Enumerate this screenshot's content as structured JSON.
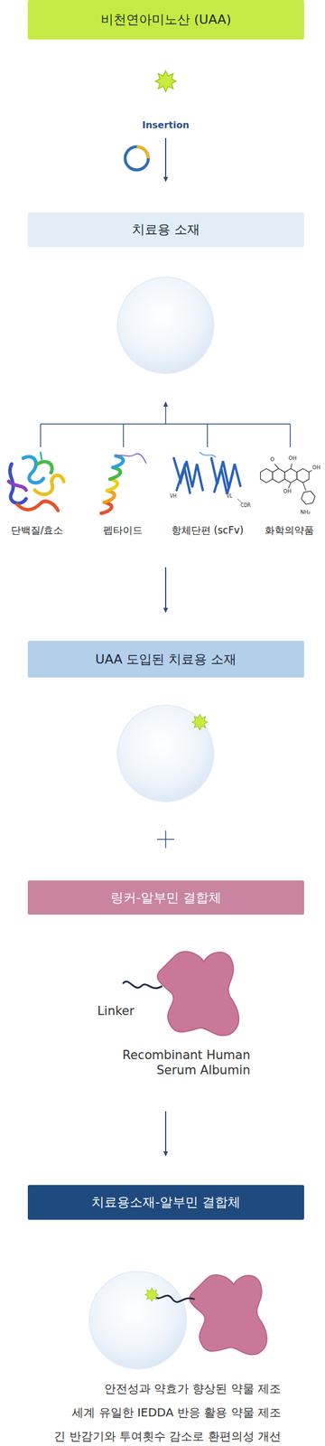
{
  "diagram": {
    "nodes": [
      {
        "text": [
          "비천연아미노산 (UAA)"
        ]
      },
      {
        "text": [
          "치료용 소재"
        ]
      },
      {
        "text": [
          "UAA 도입된 치료용 소재"
        ]
      },
      {
        "text": [
          "링커-알부민 결합체"
        ]
      },
      {
        "text": [
          "치료용소재-알부민 결합체"
        ]
      }
    ],
    "labels": [
      "Insertion",
      "VH",
      "VL",
      "CDR",
      "O",
      "OH",
      "OH",
      "OH",
      "NH₂",
      "단백질/효소",
      "펩타이드",
      "항체단편 (scFv)",
      "화학의약품",
      "Linker",
      "Recombinant Human Serum Albumin",
      "안전성과 약효가 향상된 약물 제조",
      "세계 유일한 IEDDA 반응 활용 약물 제조",
      "긴 반감기와 투여횟수 감소로 환편의성 개선"
    ]
  }
}
